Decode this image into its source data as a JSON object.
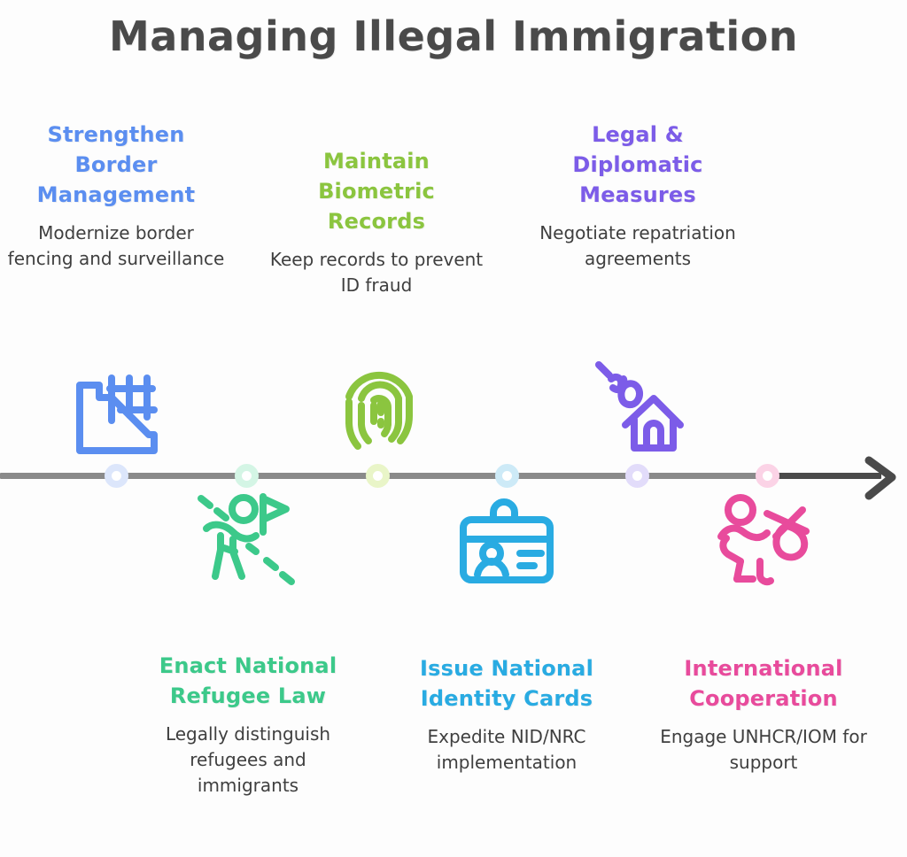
{
  "title": "Managing Illegal Immigration",
  "palette": {
    "title_color": "#4a4a4a",
    "description_color": "#3f3f3f",
    "axis_color": "#8a8a8a",
    "axis_arrow_color": "#4a4a4a",
    "background": "#fdfdfd"
  },
  "timeline": {
    "orientation": "horizontal",
    "direction": "left-to-right",
    "node_count": 6,
    "arrow": "arrow-right",
    "axis_label": ""
  },
  "steps": [
    {
      "index": 1,
      "position": "above",
      "title": "Strengthen Border Management",
      "description": "Modernize border fencing and surveillance",
      "color": "#5b8ef0",
      "dot_color": "#dce6fb",
      "icon": "border-wall-fence-icon"
    },
    {
      "index": 2,
      "position": "below",
      "title": "Enact National Refugee Law",
      "description": "Legally distinguish refugees and immigrants",
      "color": "#3cc98a",
      "dot_color": "#d4f5e5",
      "icon": "refugee-crossing-flag-icon"
    },
    {
      "index": 3,
      "position": "above",
      "title": "Maintain Biometric Records",
      "description": "Keep records to prevent ID fraud",
      "color": "#8bc53f",
      "dot_color": "#e9f5c8",
      "icon": "fingerprint-icon"
    },
    {
      "index": 4,
      "position": "below",
      "title": "Issue National Identity Cards",
      "description": "Expedite NID/NRC implementation",
      "color": "#29abe2",
      "dot_color": "#cdeaf7",
      "icon": "id-card-badge-icon"
    },
    {
      "index": 5,
      "position": "above",
      "title": "Legal & Diplomatic Measures",
      "description": "Negotiate repatriation agreements",
      "color": "#7c5ce8",
      "dot_color": "#e2dcfa",
      "icon": "house-broken-chain-icon"
    },
    {
      "index": 6,
      "position": "below",
      "title": "International Cooperation",
      "description": "Engage UNHCR/IOM for support",
      "color": "#e84b9c",
      "dot_color": "#fbd3e6",
      "icon": "migrant-with-bundle-icon"
    }
  ]
}
